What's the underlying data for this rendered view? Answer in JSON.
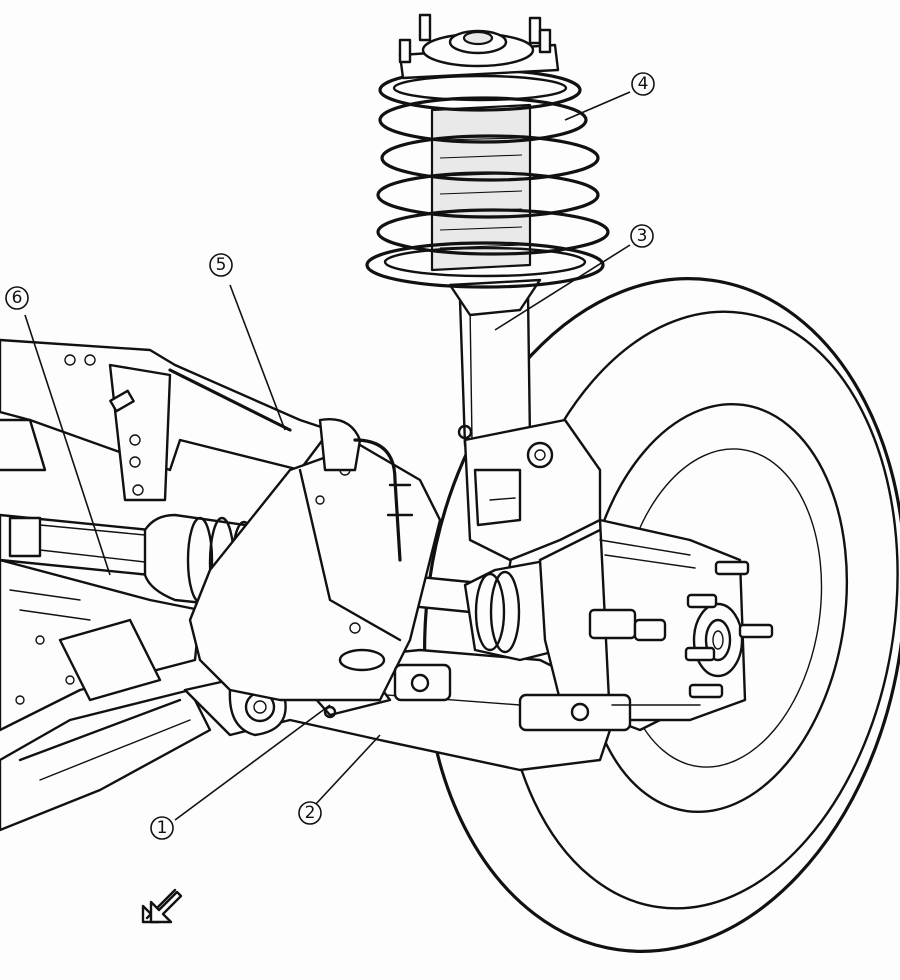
{
  "callouts": [
    {
      "number": "1"
    },
    {
      "number": "2"
    },
    {
      "number": "3"
    },
    {
      "number": "4"
    },
    {
      "number": "5"
    },
    {
      "number": "6"
    }
  ],
  "icons": {
    "direction_arrow": "direction-arrow-icon"
  },
  "colors": {
    "ink": "#111111",
    "paper": "#fdfdfd"
  }
}
